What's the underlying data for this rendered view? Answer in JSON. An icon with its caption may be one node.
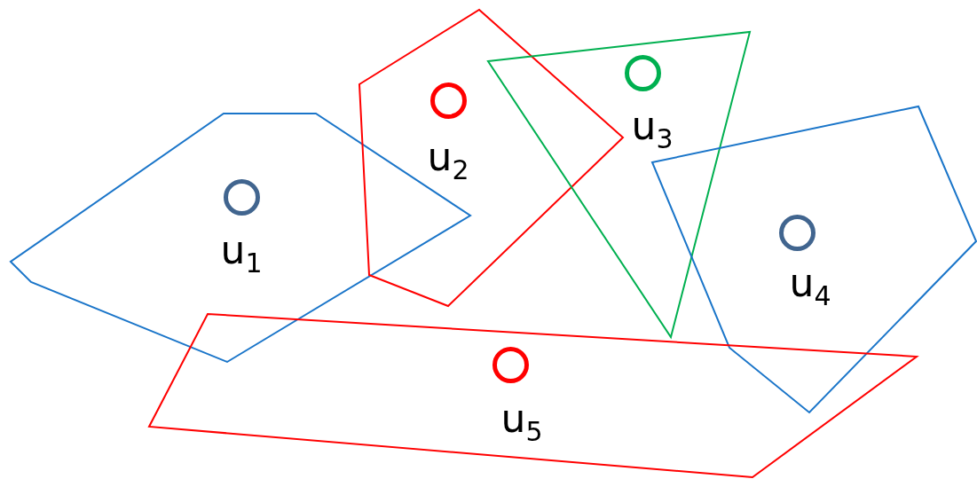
{
  "diagram": {
    "nodes": [
      {
        "text": [
          "u$_{1}$"
        ]
      },
      {
        "text": [
          "u$_{2}$"
        ]
      },
      {
        "text": [
          "u$_{3}$"
        ]
      },
      {
        "text": [
          "u$_{4}$"
        ]
      },
      {
        "text": [
          "u$_{5}$"
        ]
      },
      {
        "text": [],
        "shape": "circle",
        "in": 0
      },
      {
        "text": [],
        "shape": "circle",
        "in": 1
      },
      {
        "text": [],
        "shape": "circle",
        "in": 2
      },
      {
        "text": [],
        "shape": "circle",
        "in": 3
      },
      {
        "text": [],
        "shape": "circle",
        "in": 4
      }
    ]
  }
}
